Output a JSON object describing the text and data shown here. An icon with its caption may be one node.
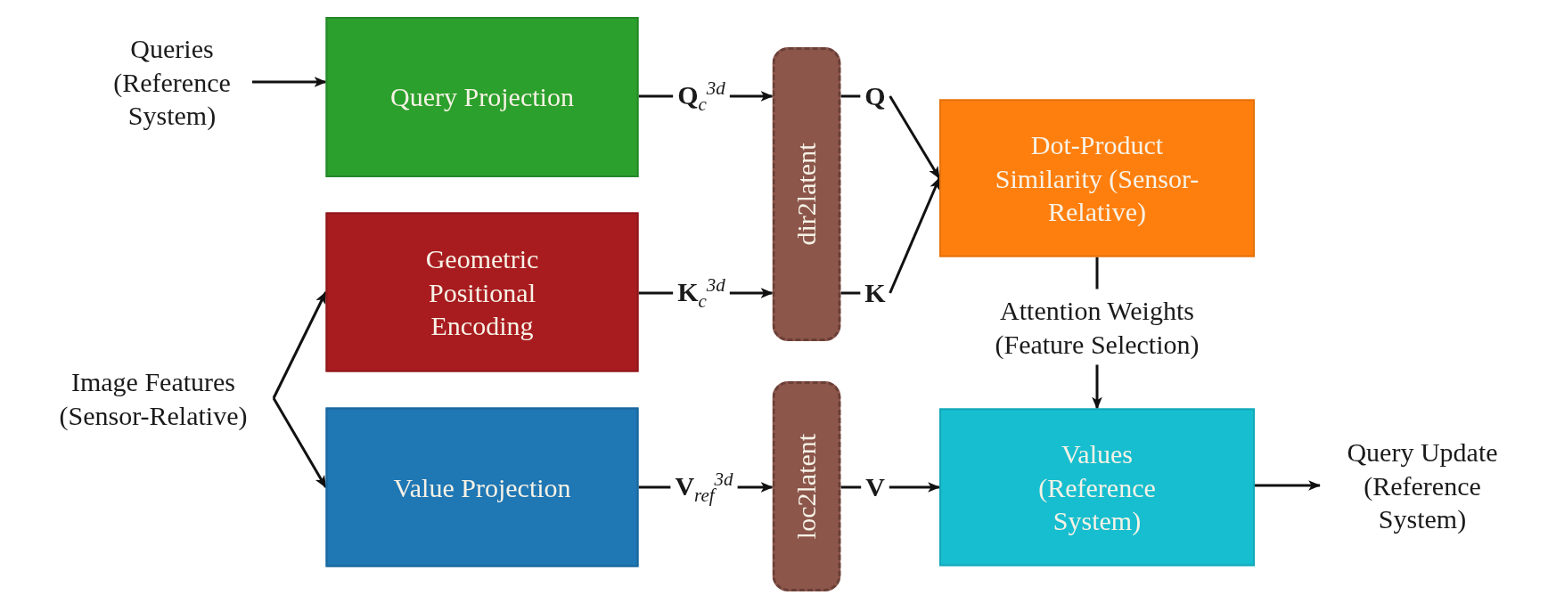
{
  "diagram": {
    "nodes": [
      {
        "text": [
          "Queries (Reference System)"
        ]
      },
      {
        "text": [
          "Query Projection"
        ]
      },
      {
        "text": [
          "Image Features (Sensor-Relative)"
        ]
      },
      {
        "text": [
          "Geometric Positional Encoding"
        ]
      },
      {
        "text": [
          "Value Projection"
        ]
      },
      {
        "text": [
          "**Q**$_{c}$$^{3d}$"
        ]
      },
      {
        "text": [
          "**K**$_{c}$$^{3d}$"
        ]
      },
      {
        "text": [
          "**V**$_{ref}$$^{3d}$"
        ]
      },
      {
        "text": [
          "dir2latent"
        ]
      },
      {
        "text": [
          "loc2latent"
        ]
      },
      {
        "text": [
          "Q"
        ]
      },
      {
        "text": [
          "K"
        ]
      },
      {
        "text": [
          "V"
        ]
      },
      {
        "text": [
          "Dot-Product Similarity (Sensor-Relative)"
        ]
      },
      {
        "text": [
          "Attention Weights (Feature Selection)"
        ]
      },
      {
        "text": [
          "Values (Reference System)"
        ]
      },
      {
        "text": [
          "Query Update (Reference System)"
        ]
      }
    ],
    "edges": [
      {
        "from": 0,
        "to": 1,
        "arrow": "to"
      },
      {
        "from": 2,
        "to": 3,
        "arrow": "to"
      },
      {
        "from": 2,
        "to": 4,
        "arrow": "to"
      },
      {
        "from": 1,
        "to": 5,
        "arrow": "none"
      },
      {
        "from": 5,
        "to": 8,
        "arrow": "to"
      },
      {
        "from": 3,
        "to": 6,
        "arrow": "none"
      },
      {
        "from": 6,
        "to": 8,
        "arrow": "to"
      },
      {
        "from": 4,
        "to": 7,
        "arrow": "none"
      },
      {
        "from": 7,
        "to": 9,
        "arrow": "to"
      },
      {
        "from": 8,
        "to": 10,
        "arrow": "none"
      },
      {
        "from": 8,
        "to": 11,
        "arrow": "none"
      },
      {
        "from": 9,
        "to": 12,
        "arrow": "none"
      },
      {
        "from": 10,
        "to": 13,
        "arrow": "to"
      },
      {
        "from": 11,
        "to": 13,
        "arrow": "to"
      },
      {
        "from": 12,
        "to": 15,
        "arrow": "to"
      },
      {
        "from": 13,
        "to": 14,
        "arrow": "none"
      },
      {
        "from": 14,
        "to": 15,
        "arrow": "to"
      },
      {
        "from": 15,
        "to": 16,
        "arrow": "to"
      }
    ]
  }
}
